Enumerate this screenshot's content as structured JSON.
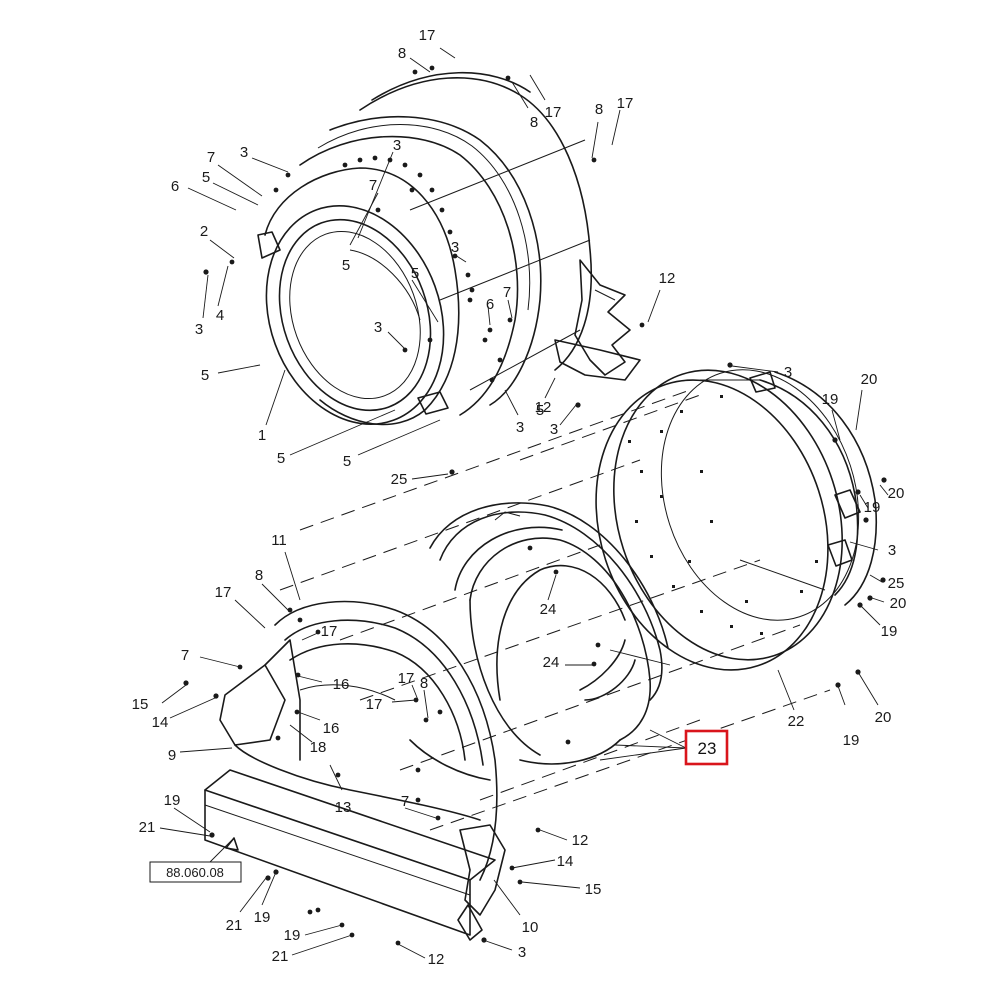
{
  "reference_label": "88.060.08",
  "highlight": {
    "label": "23",
    "color": "#d9151c"
  },
  "callouts": [
    {
      "id": "c01",
      "text": "17"
    },
    {
      "id": "c02",
      "text": "8"
    },
    {
      "id": "c03",
      "text": "8"
    },
    {
      "id": "c04",
      "text": "17"
    },
    {
      "id": "c05",
      "text": "8"
    },
    {
      "id": "c06",
      "text": "17"
    },
    {
      "id": "c07",
      "text": "3"
    },
    {
      "id": "c08",
      "text": "7"
    },
    {
      "id": "c09",
      "text": "3"
    },
    {
      "id": "c10",
      "text": "6"
    },
    {
      "id": "c11",
      "text": "5"
    },
    {
      "id": "c12",
      "text": "7"
    },
    {
      "id": "c13",
      "text": "2"
    },
    {
      "id": "c14",
      "text": "5"
    },
    {
      "id": "c15",
      "text": "3"
    },
    {
      "id": "c16",
      "text": "4"
    },
    {
      "id": "c17",
      "text": "3"
    },
    {
      "id": "c18",
      "text": "5"
    },
    {
      "id": "c19",
      "text": "5"
    },
    {
      "id": "c20",
      "text": "6"
    },
    {
      "id": "c21",
      "text": "7"
    },
    {
      "id": "c22",
      "text": "3"
    },
    {
      "id": "c23",
      "text": "5"
    },
    {
      "id": "c24",
      "text": "12"
    },
    {
      "id": "c25",
      "text": "1"
    },
    {
      "id": "c26",
      "text": "12"
    },
    {
      "id": "c27",
      "text": "3"
    },
    {
      "id": "c28",
      "text": "3"
    },
    {
      "id": "c29",
      "text": "5"
    },
    {
      "id": "c30",
      "text": "5"
    },
    {
      "id": "c31",
      "text": "3"
    },
    {
      "id": "c32",
      "text": "20"
    },
    {
      "id": "c33",
      "text": "19"
    },
    {
      "id": "c34",
      "text": "25"
    },
    {
      "id": "c35",
      "text": "20"
    },
    {
      "id": "c36",
      "text": "19"
    },
    {
      "id": "c37",
      "text": "3"
    },
    {
      "id": "c38",
      "text": "25"
    },
    {
      "id": "c39",
      "text": "20"
    },
    {
      "id": "c40",
      "text": "19"
    },
    {
      "id": "c41",
      "text": "11"
    },
    {
      "id": "c42",
      "text": "8"
    },
    {
      "id": "c43",
      "text": "17"
    },
    {
      "id": "c44",
      "text": "17"
    },
    {
      "id": "c45",
      "text": "24"
    },
    {
      "id": "c46",
      "text": "24"
    },
    {
      "id": "c47",
      "text": "7"
    },
    {
      "id": "c48",
      "text": "16"
    },
    {
      "id": "c49",
      "text": "15"
    },
    {
      "id": "c50",
      "text": "14"
    },
    {
      "id": "c51",
      "text": "17"
    },
    {
      "id": "c52",
      "text": "8"
    },
    {
      "id": "c53",
      "text": "17"
    },
    {
      "id": "c54",
      "text": "16"
    },
    {
      "id": "c55",
      "text": "9"
    },
    {
      "id": "c56",
      "text": "18"
    },
    {
      "id": "c57",
      "text": "22"
    },
    {
      "id": "c58",
      "text": "19"
    },
    {
      "id": "c59",
      "text": "20"
    },
    {
      "id": "c60",
      "text": "13"
    },
    {
      "id": "c61",
      "text": "19"
    },
    {
      "id": "c62",
      "text": "21"
    },
    {
      "id": "c63",
      "text": "7"
    },
    {
      "id": "c64",
      "text": "12"
    },
    {
      "id": "c65",
      "text": "14"
    },
    {
      "id": "c66",
      "text": "15"
    },
    {
      "id": "c67",
      "text": "21"
    },
    {
      "id": "c68",
      "text": "19"
    },
    {
      "id": "c69",
      "text": "10"
    },
    {
      "id": "c70",
      "text": "19"
    },
    {
      "id": "c71",
      "text": "21"
    },
    {
      "id": "c72",
      "text": "12"
    },
    {
      "id": "c73",
      "text": "3"
    }
  ]
}
